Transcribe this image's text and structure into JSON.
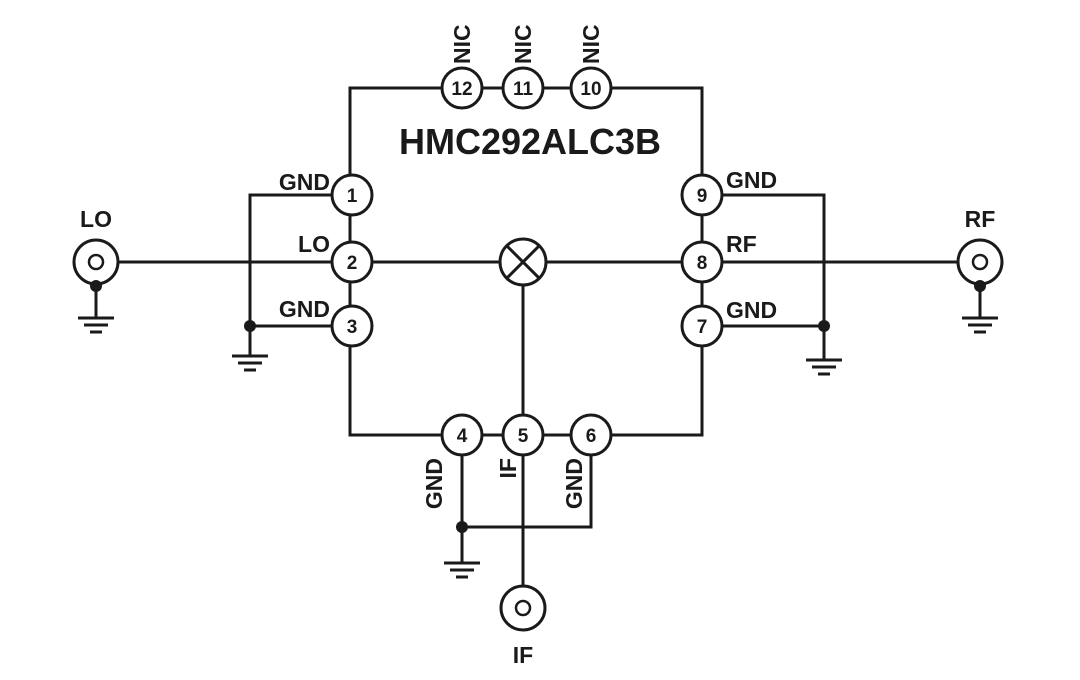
{
  "chip": {
    "name": "HMC292ALC3B"
  },
  "pins": {
    "p1": {
      "number": "1",
      "name": "GND"
    },
    "p2": {
      "number": "2",
      "name": "LO"
    },
    "p3": {
      "number": "3",
      "name": "GND"
    },
    "p4": {
      "number": "4",
      "name": "GND"
    },
    "p5": {
      "number": "5",
      "name": "IF"
    },
    "p6": {
      "number": "6",
      "name": "GND"
    },
    "p7": {
      "number": "7",
      "name": "GND"
    },
    "p8": {
      "number": "8",
      "name": "RF"
    },
    "p9": {
      "number": "9",
      "name": "GND"
    },
    "p10": {
      "number": "10",
      "name": "NIC"
    },
    "p11": {
      "number": "11",
      "name": "NIC"
    },
    "p12": {
      "number": "12",
      "name": "NIC"
    }
  },
  "ports": {
    "lo": "LO",
    "rf": "RF",
    "if": "IF"
  },
  "colors": {
    "ink": "#1a1a1a",
    "background": "#ffffff"
  }
}
